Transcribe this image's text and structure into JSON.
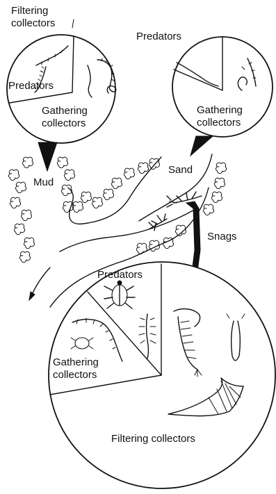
{
  "mud_habitat": {
    "name": "Mud",
    "groups": {
      "filtering_collectors": "Filtering\ncollectors",
      "predators": "Predators",
      "gathering_collectors": "Gathering\ncollectors"
    }
  },
  "sand_habitat": {
    "name": "Sand",
    "groups": {
      "predators": "Predators",
      "gathering_collectors": "Gathering\ncollectors"
    }
  },
  "snags_habitat": {
    "name": "Snags",
    "groups": {
      "predators": "Predators",
      "gathering_collectors": "Gathering\ncollectors",
      "filtering_collectors": "Filtering collectors"
    }
  },
  "colors": {
    "ink": "#111111",
    "background": "#ffffff"
  }
}
